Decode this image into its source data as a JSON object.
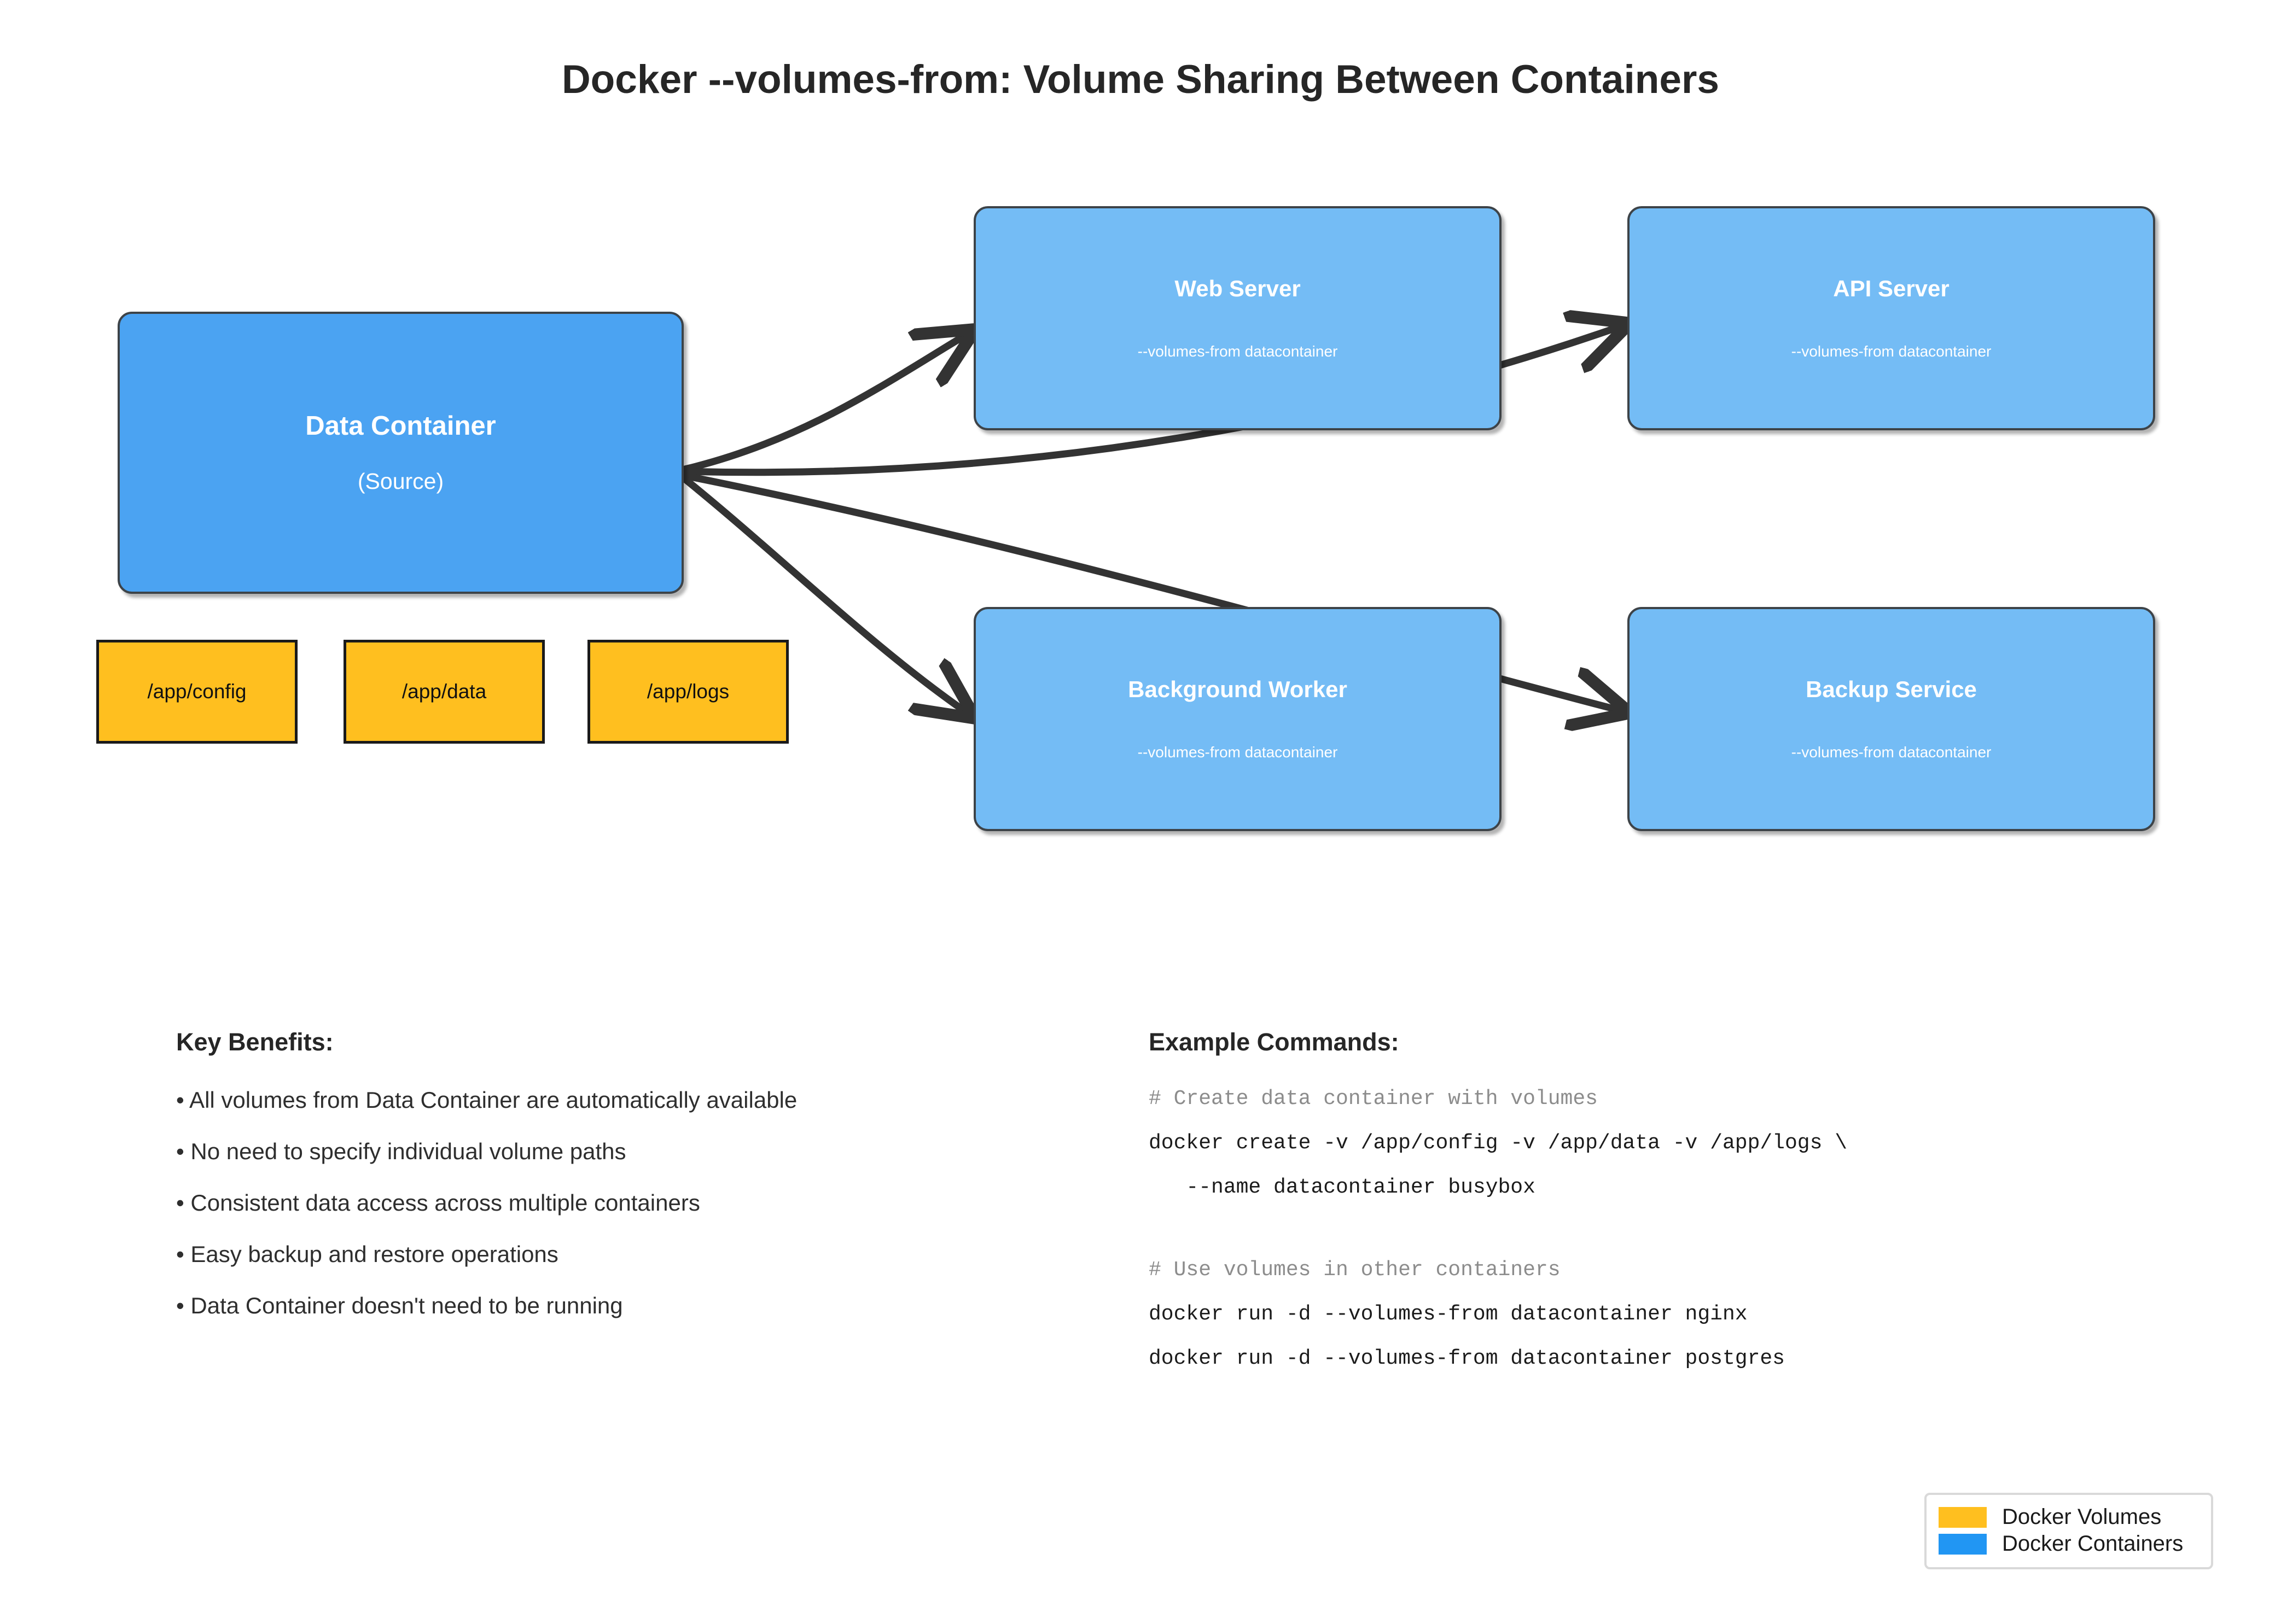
{
  "title": "Docker --volumes-from: Volume Sharing Between Containers",
  "colors": {
    "source_container": "#4ba3f2",
    "consumer_container": "#74bcf5",
    "volume": "#ffbf1f",
    "edge": "#333333",
    "text_dark": "#262626"
  },
  "source_node": {
    "label": "Data Container",
    "sublabel": "(Source)"
  },
  "volumes": [
    {
      "label": "/app/config"
    },
    {
      "label": "/app/data"
    },
    {
      "label": "/app/logs"
    }
  ],
  "consumers": [
    {
      "label": "Web Server",
      "sublabel": "--volumes-from datacontainer"
    },
    {
      "label": "API Server",
      "sublabel": "--volumes-from datacontainer"
    },
    {
      "label": "Background Worker",
      "sublabel": "--volumes-from datacontainer"
    },
    {
      "label": "Backup Service",
      "sublabel": "--volumes-from datacontainer"
    }
  ],
  "benefits": {
    "heading": "Key Benefits:",
    "items": [
      "• All volumes from Data Container are automatically available",
      "• No need to specify individual volume paths",
      "• Consistent data access across multiple containers",
      "• Easy backup and restore operations",
      "• Data Container doesn't need to be running"
    ]
  },
  "commands": {
    "heading": "Example Commands:",
    "lines": [
      {
        "text": "# Create data container with volumes",
        "kind": "comment"
      },
      {
        "text": "docker create -v /app/config -v /app/data -v /app/logs \\",
        "kind": "code"
      },
      {
        "text": "   --name datacontainer busybox",
        "kind": "code"
      },
      {
        "text": "",
        "kind": "spacer"
      },
      {
        "text": "# Use volumes in other containers",
        "kind": "comment"
      },
      {
        "text": "docker run -d --volumes-from datacontainer nginx",
        "kind": "code"
      },
      {
        "text": "docker run -d --volumes-from datacontainer postgres",
        "kind": "code"
      }
    ]
  },
  "legend": {
    "items": [
      {
        "label": "Docker Volumes",
        "color": "#ffbf1f"
      },
      {
        "label": "Docker Containers",
        "color": "#2196f3"
      }
    ]
  }
}
